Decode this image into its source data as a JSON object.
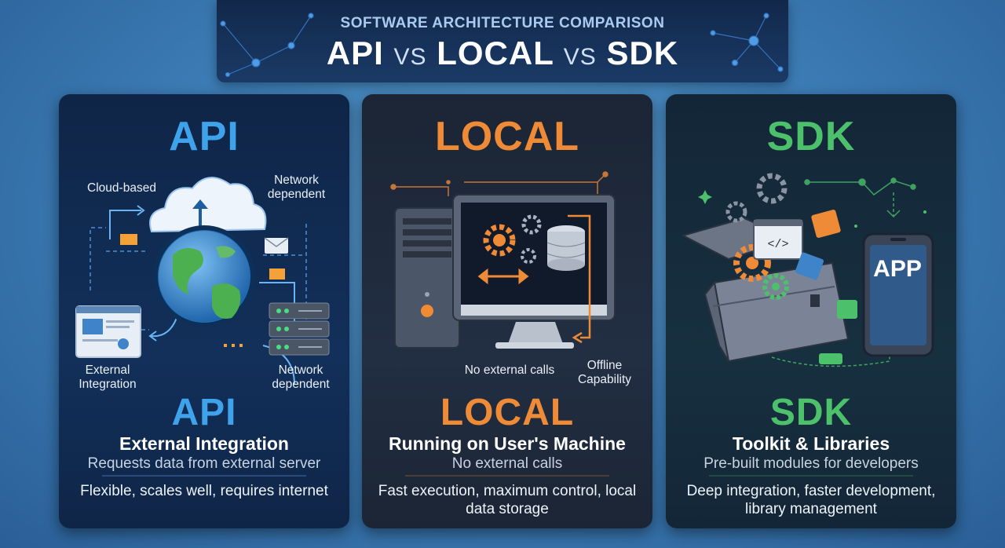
{
  "header": {
    "subtitle": "SOFTWARE ARCHITECTURE COMPARISON",
    "title_a": "API",
    "vs_1": "VS",
    "title_b": "LOCAL",
    "vs_2": "VS",
    "title_c": "SDK"
  },
  "colors": {
    "api": "#3fa3ec",
    "local": "#ef8a36",
    "sdk": "#4cc06a"
  },
  "panels": {
    "api": {
      "title_top": "API",
      "labels": {
        "cloud": "Cloud-based",
        "network_top": "Network dependent",
        "external": "External Integration",
        "network_bottom": "Network dependent"
      },
      "title_bottom": "API",
      "heading": "External Integration",
      "description": "Requests data from external server",
      "features": "Flexible, scales well, requires internet",
      "icons": [
        "cloud-icon",
        "globe-icon",
        "browser-window-icon",
        "server-rack-icon",
        "envelope-icon"
      ]
    },
    "local": {
      "title_top": "LOCAL",
      "labels": {
        "no_calls": "No external calls",
        "offline": "Offline Capability"
      },
      "title_bottom": "LOCAL",
      "heading": "Running on User's Machine",
      "description": "No external calls",
      "features": "Fast execution, maximum control, local data storage",
      "icons": [
        "desktop-tower-icon",
        "monitor-icon",
        "gear-icon",
        "database-icon"
      ]
    },
    "sdk": {
      "title_top": "SDK",
      "app_label": "APP",
      "title_bottom": "SDK",
      "heading": "Toolkit & Libraries",
      "description": "Pre-built modules for developers",
      "features": "Deep integration, faster development, library management",
      "icons": [
        "toolbox-icon",
        "gear-icon",
        "code-icon",
        "puzzle-icon",
        "phone-icon"
      ]
    }
  }
}
